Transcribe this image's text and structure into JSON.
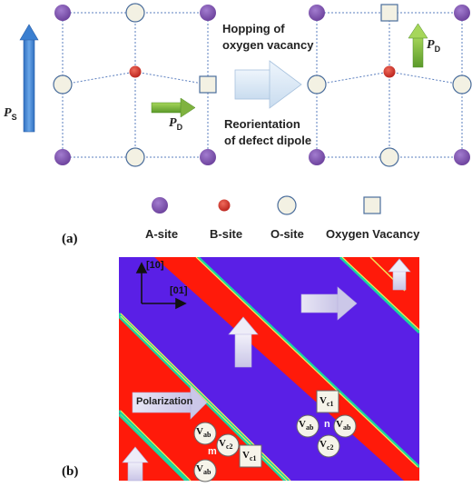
{
  "panel_a": {
    "label": "(a)",
    "ps_symbol": "P",
    "ps_sub": "S",
    "pd_symbol": "P",
    "pd_sub": "D",
    "process_line1": "Hopping of",
    "process_line2": "oxygen vacancy",
    "process_line3": "Reorientation",
    "process_line4": "of defect dipole",
    "legend": [
      {
        "label": "A-site",
        "icon": "purple-circle"
      },
      {
        "label": "B-site",
        "icon": "red-circle"
      },
      {
        "label": "O-site",
        "icon": "open-circle"
      },
      {
        "label": "Oxygen Vacancy",
        "icon": "open-square"
      }
    ]
  },
  "panel_b": {
    "label": "(b)",
    "axis_y": "[10]",
    "axis_x": "[01]",
    "polarization_label": "Polarization",
    "cluster_m": {
      "center": "m",
      "defects": [
        "Vab",
        "Vc2",
        "Vab",
        "Vc1"
      ]
    },
    "cluster_n": {
      "center": "n",
      "defects": [
        "Vc1",
        "Vab",
        "Vab",
        "Vc2"
      ]
    }
  },
  "colors": {
    "a_site": "#7b4fa8",
    "b_site": "#d0302a",
    "o_site": "#f3f1e3",
    "domain_red": "#ff1a0a",
    "domain_blue": "#5a1fe6",
    "ps_arrow": "#3b7fd0",
    "pd_arrow": "#8bc34a"
  }
}
